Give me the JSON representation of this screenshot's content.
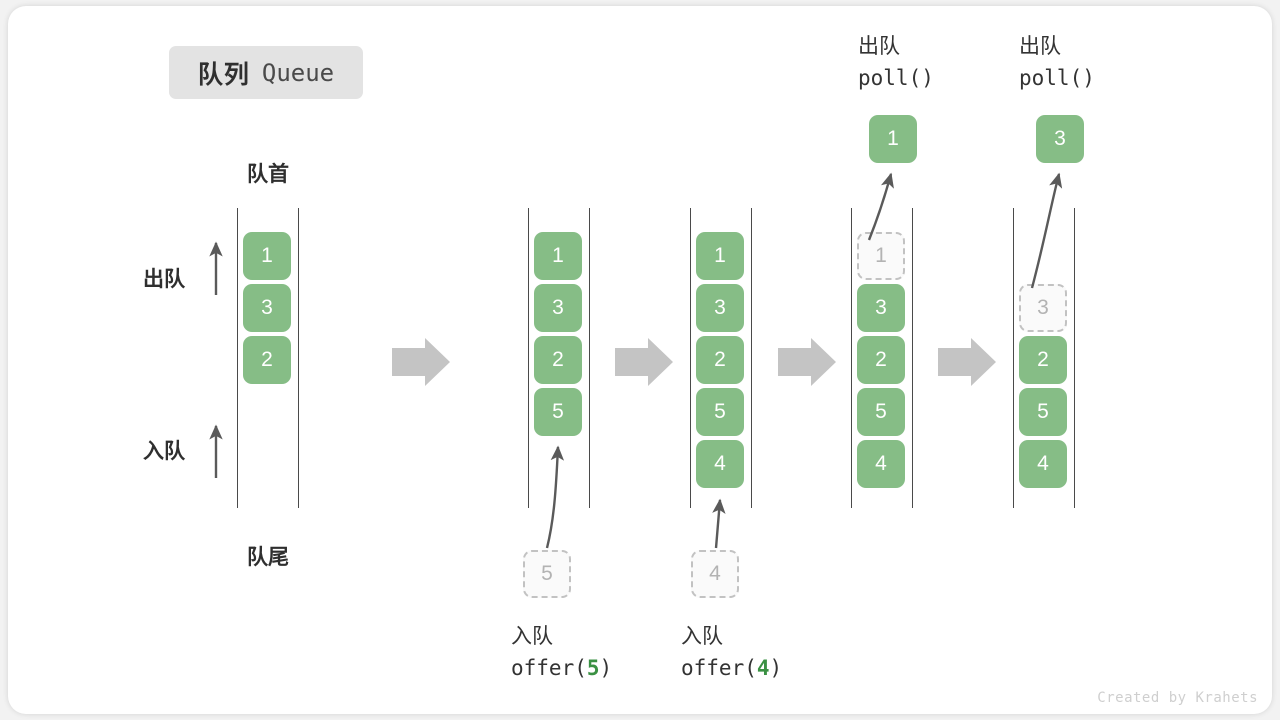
{
  "title": {
    "cn": "队列",
    "en": "Queue"
  },
  "labels": {
    "head": "队首",
    "tail": "队尾",
    "dequeue": "出队",
    "enqueue": "入队"
  },
  "credit": "Created by Krahets",
  "colors": {
    "element": "#86bd86",
    "ghost_border": "#c2c2c2",
    "ghost_text": "#b3b3b3",
    "arrow": "#5a5a5a",
    "step_arrow": "#c4c4c4",
    "badge_bg": "#e3e3e3",
    "highlight": "#3a9143",
    "rail": "#4a4a4a",
    "card_bg": "#ffffff",
    "page_bg": "#f2f2f2"
  },
  "columns": [
    {
      "id": "initial",
      "items": [
        "1",
        "3",
        "2"
      ],
      "ghost_index": null,
      "side_labels": {
        "dequeue": "出队",
        "enqueue": "入队"
      },
      "head_label": "队首",
      "tail_label": "队尾"
    },
    {
      "id": "offer-5",
      "items": [
        "1",
        "3",
        "2",
        "5"
      ],
      "ghost_index": null,
      "incoming": {
        "value": "5",
        "op_cn": "入队",
        "op_code_prefix": "offer(",
        "op_code_value": "5",
        "op_code_suffix": ")"
      }
    },
    {
      "id": "offer-4",
      "items": [
        "1",
        "3",
        "2",
        "5",
        "4"
      ],
      "ghost_index": null,
      "incoming": {
        "value": "4",
        "op_cn": "入队",
        "op_code_prefix": "offer(",
        "op_code_value": "4",
        "op_code_suffix": ")"
      }
    },
    {
      "id": "poll-1",
      "items": [
        "1",
        "3",
        "2",
        "5",
        "4"
      ],
      "ghost_index": 0,
      "outgoing": {
        "value": "1",
        "op_cn": "出队",
        "op_code": "poll()"
      }
    },
    {
      "id": "poll-3",
      "items": [
        "3",
        "2",
        "5",
        "4"
      ],
      "ghost_index": 0,
      "outgoing": {
        "value": "3",
        "op_cn": "出队",
        "op_code": "poll()"
      }
    }
  ],
  "step_arrows": [
    {
      "id": "step-arrow-1"
    },
    {
      "id": "step-arrow-2"
    },
    {
      "id": "step-arrow-3"
    },
    {
      "id": "step-arrow-4"
    }
  ]
}
